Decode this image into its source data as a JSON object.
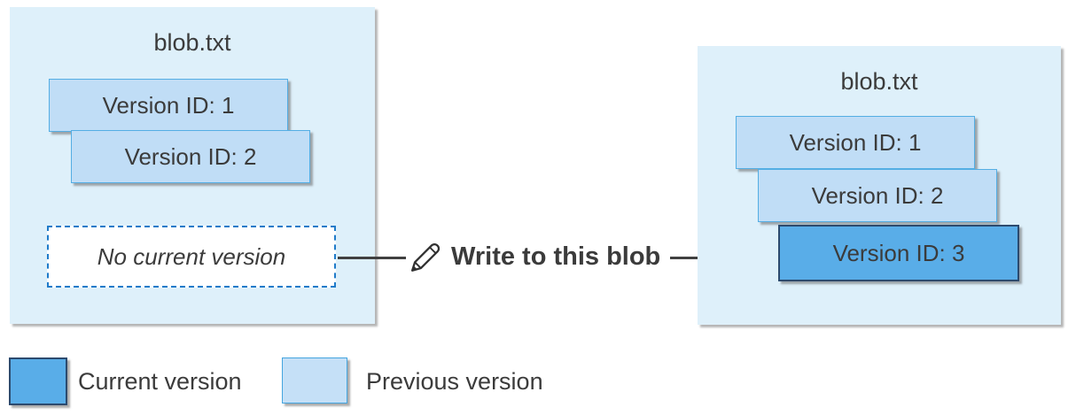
{
  "left_blob": {
    "title": "blob.txt",
    "versions": [
      {
        "label": "Version ID: 1",
        "state": "previous"
      },
      {
        "label": "Version ID: 2",
        "state": "previous"
      }
    ],
    "no_current_label": "No current version"
  },
  "action": {
    "label": "Write to this blob",
    "icon": "pencil-icon"
  },
  "right_blob": {
    "title": "blob.txt",
    "versions": [
      {
        "label": "Version ID: 1",
        "state": "previous"
      },
      {
        "label": "Version ID: 2",
        "state": "previous"
      },
      {
        "label": "Version ID: 3",
        "state": "current"
      }
    ]
  },
  "legend": {
    "items": [
      {
        "label": "Current version",
        "color": "#59ade8"
      },
      {
        "label": "Previous version",
        "color": "#c5e0f7"
      }
    ]
  },
  "colors": {
    "container_fill": "#def0fa",
    "previous_fill": "#c0ddf6",
    "previous_border": "#54aee4",
    "current_fill": "#59ade8",
    "current_border": "#2c4a6e",
    "dashed_border": "#1f7bc9",
    "arrow": "#404040",
    "text": "#3b3b3b"
  }
}
